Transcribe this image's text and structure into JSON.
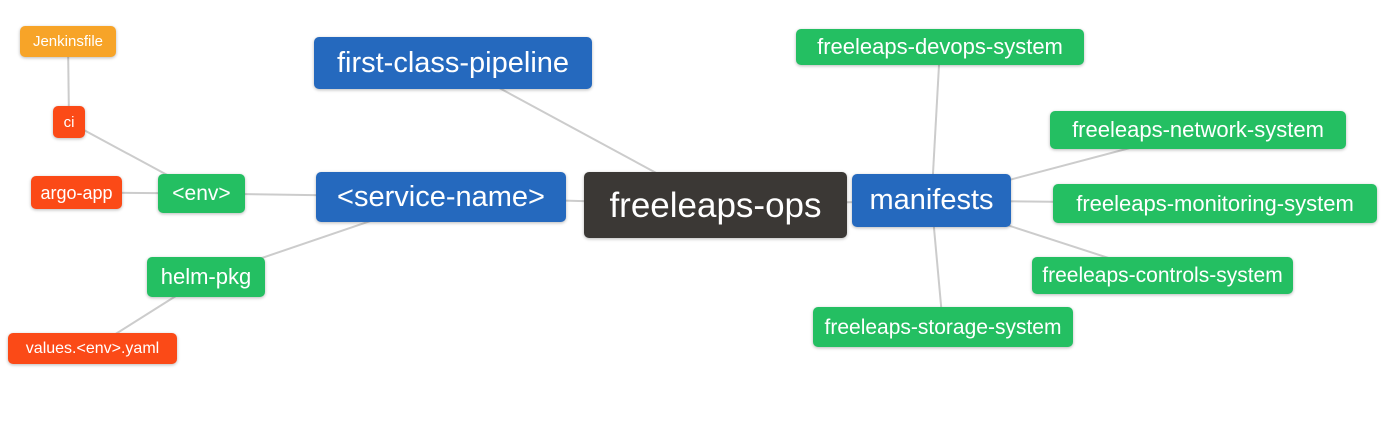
{
  "diagram": {
    "edge_color": "#cccccc",
    "palette": {
      "root": "#3b3835",
      "branch": "#2569be",
      "leaf": "#24bf62",
      "source": "#f7a428",
      "artifact": "#fb4a17"
    },
    "nodes": {
      "jenkinsfile": {
        "label": "Jenkinsfile",
        "color": "#f7a428"
      },
      "ci": {
        "label": "ci",
        "color": "#fb4a17"
      },
      "argo-app": {
        "label": "argo-app",
        "color": "#fb4a17"
      },
      "env": {
        "label": "<env>",
        "color": "#24bf62"
      },
      "service-name": {
        "label": "<service-name>",
        "color": "#2569be"
      },
      "first-class-pipeline": {
        "label": "first-class-pipeline",
        "color": "#2569be"
      },
      "freeleaps-ops": {
        "label": "freeleaps-ops",
        "color": "#3b3835"
      },
      "manifests": {
        "label": "manifests",
        "color": "#2569be"
      },
      "freeleaps-devops-system": {
        "label": "freeleaps-devops-system",
        "color": "#24bf62"
      },
      "freeleaps-network-system": {
        "label": "freeleaps-network-system",
        "color": "#24bf62"
      },
      "freeleaps-monitoring-system": {
        "label": "freeleaps-monitoring-system",
        "color": "#24bf62"
      },
      "freeleaps-controls-system": {
        "label": "freeleaps-controls-system",
        "color": "#24bf62"
      },
      "freeleaps-storage-system": {
        "label": "freeleaps-storage-system",
        "color": "#24bf62"
      },
      "helm-pkg": {
        "label": "helm-pkg",
        "color": "#24bf62"
      },
      "values-env-yaml": {
        "label": "values.<env>.yaml",
        "color": "#fb4a17"
      }
    },
    "edges": [
      [
        "jenkinsfile",
        "ci"
      ],
      [
        "ci",
        "env"
      ],
      [
        "argo-app",
        "env"
      ],
      [
        "env",
        "service-name"
      ],
      [
        "service-name",
        "freeleaps-ops"
      ],
      [
        "first-class-pipeline",
        "freeleaps-ops"
      ],
      [
        "helm-pkg",
        "service-name"
      ],
      [
        "helm-pkg",
        "values-env-yaml"
      ],
      [
        "freeleaps-ops",
        "manifests"
      ],
      [
        "manifests",
        "freeleaps-devops-system"
      ],
      [
        "manifests",
        "freeleaps-network-system"
      ],
      [
        "manifests",
        "freeleaps-monitoring-system"
      ],
      [
        "manifests",
        "freeleaps-controls-system"
      ],
      [
        "manifests",
        "freeleaps-storage-system"
      ]
    ]
  }
}
